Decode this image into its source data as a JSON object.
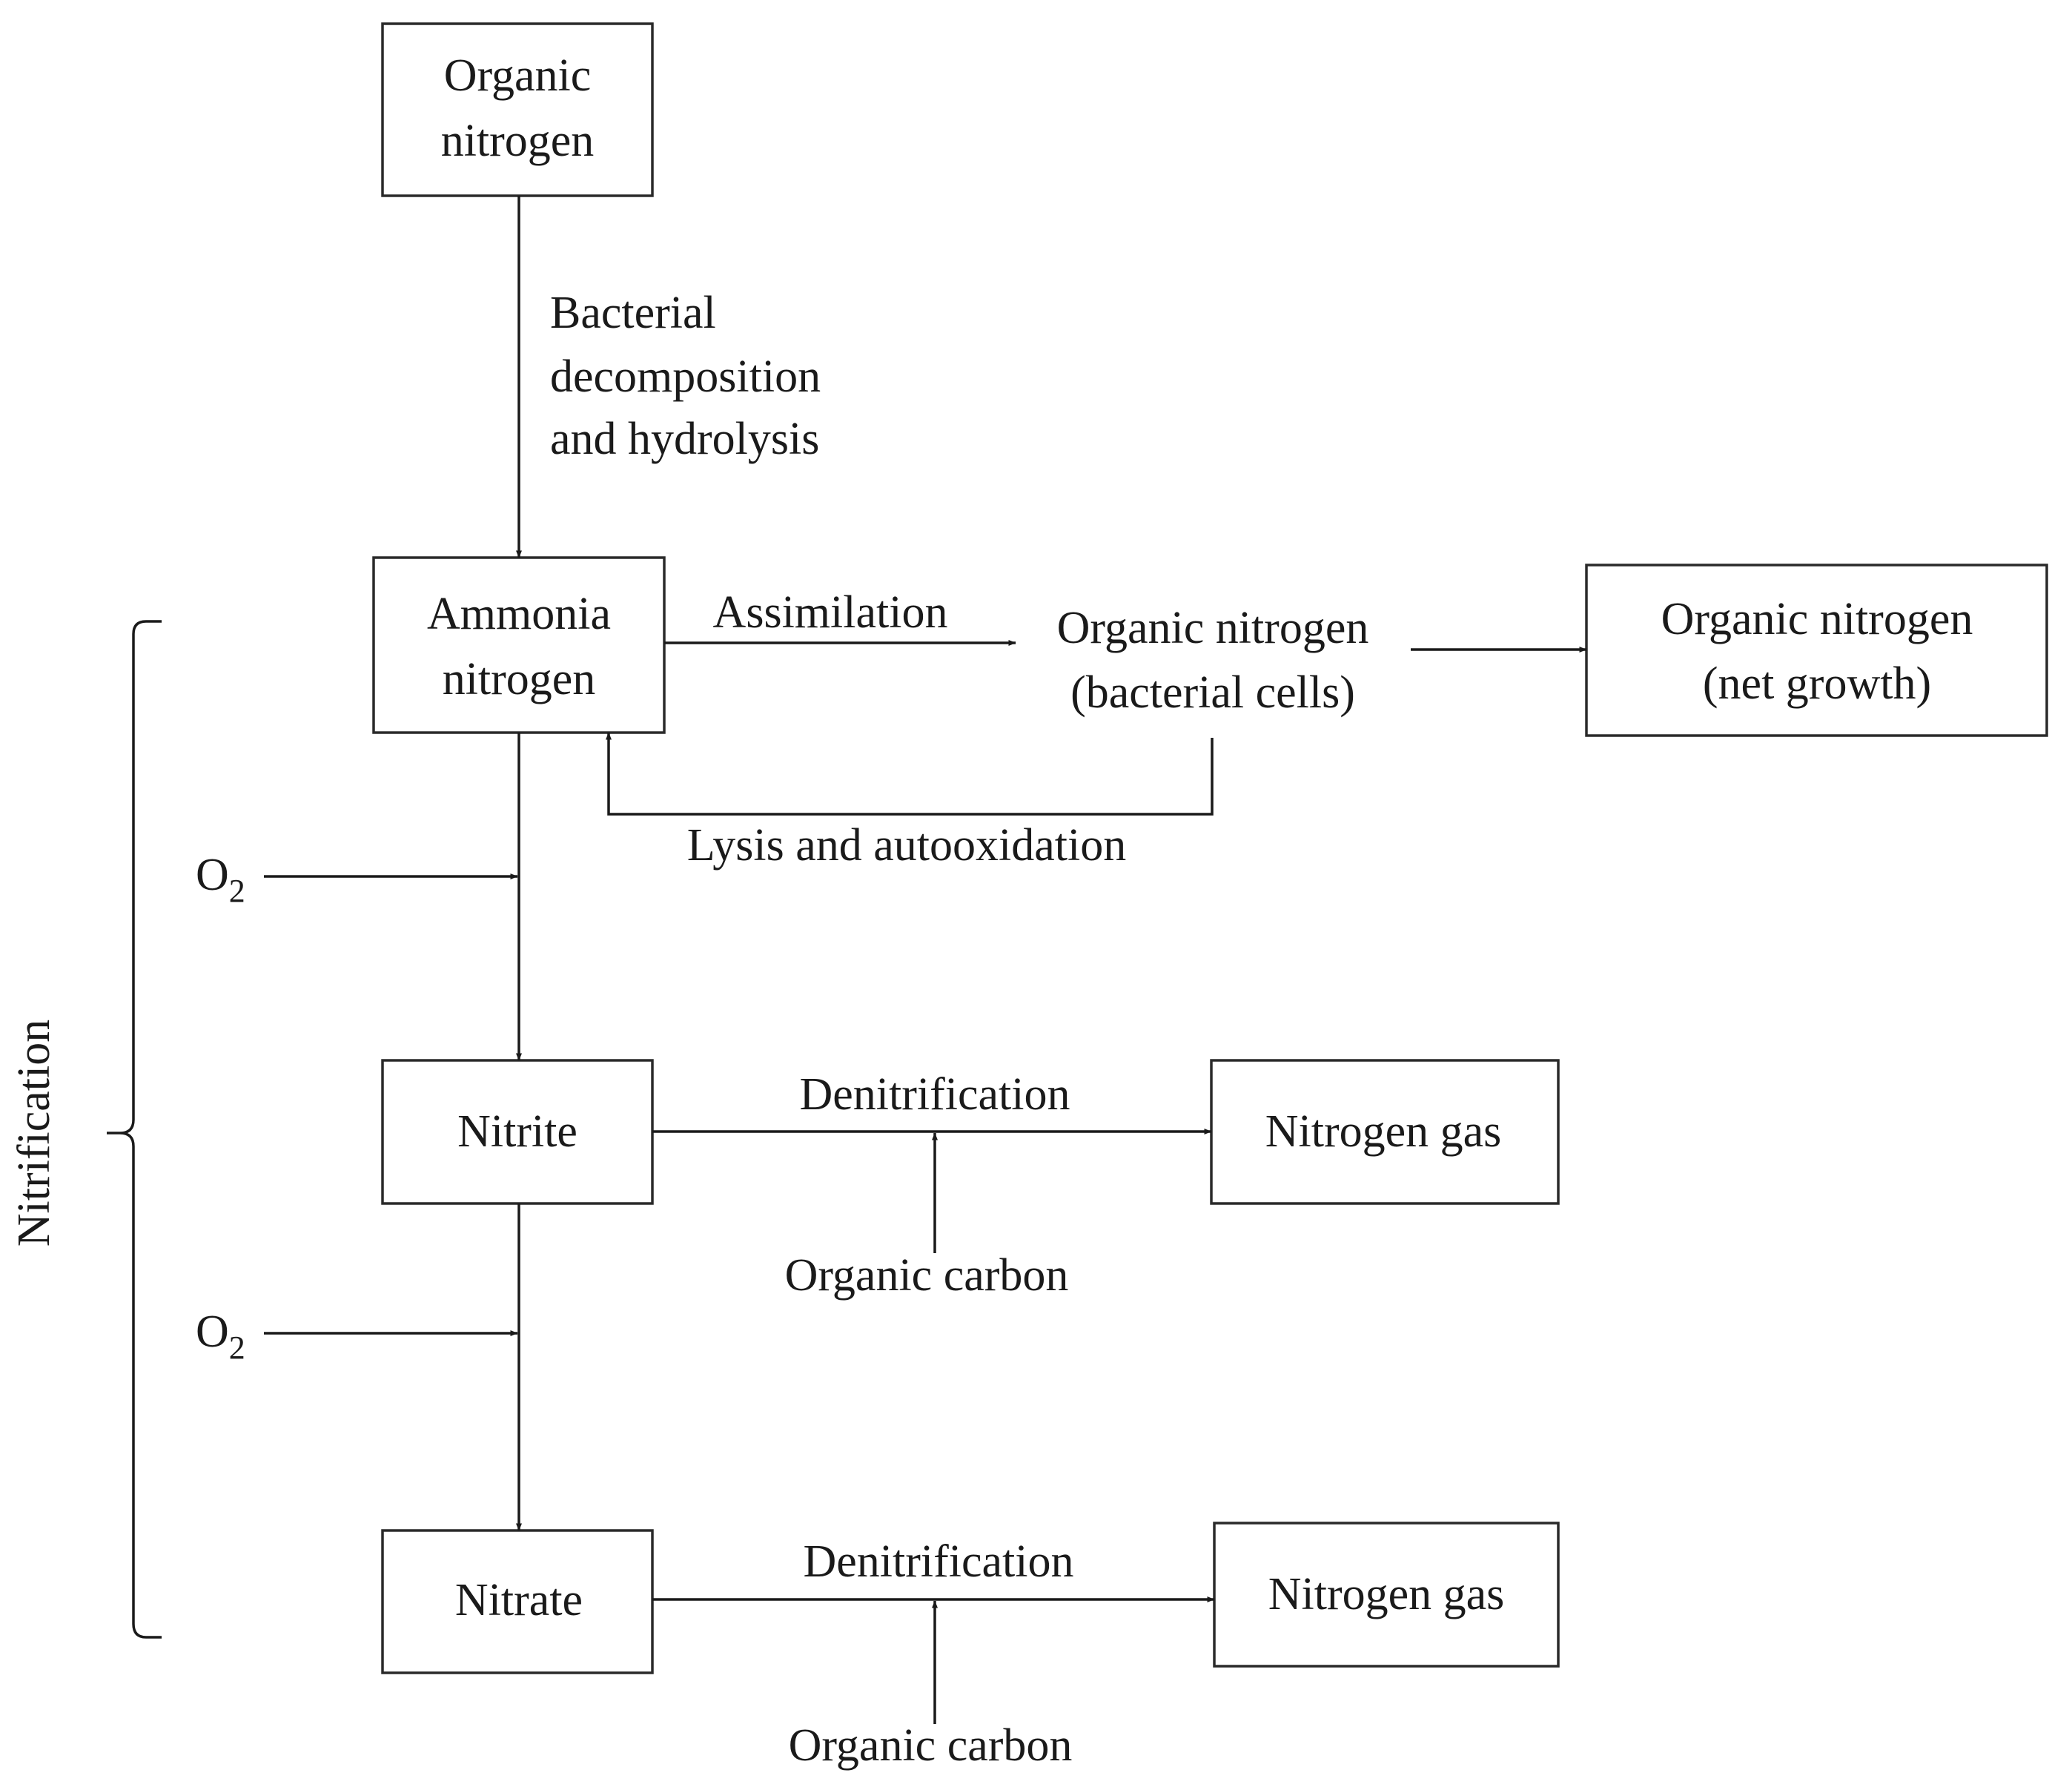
{
  "nodes": {
    "organic_nitrogen": [
      "Organic",
      "nitrogen"
    ],
    "ammonia_nitrogen": [
      "Ammonia",
      "nitrogen"
    ],
    "bacterial_cells": [
      "Organic nitrogen",
      "(bacterial cells)"
    ],
    "net_growth": [
      "Organic nitrogen",
      "(net growth)"
    ],
    "nitrite": "Nitrite",
    "nitrate": "Nitrate",
    "nitrogen_gas_1": "Nitrogen gas",
    "nitrogen_gas_2": "Nitrogen gas"
  },
  "labels": {
    "bacterial_decomposition": [
      "Bacterial",
      "decomposition",
      "and hydrolysis"
    ],
    "assimilation": "Assimilation",
    "lysis": "Lysis and autooxidation",
    "denitrification_1": "Denitrification",
    "denitrification_2": "Denitrification",
    "organic_carbon_1": "Organic carbon",
    "organic_carbon_2": "Organic carbon",
    "o2_1": {
      "base": "O",
      "sub": "2"
    },
    "o2_2": {
      "base": "O",
      "sub": "2"
    },
    "nitrification": "Nitrification"
  },
  "colors": {
    "stroke": "#1a1a1a",
    "box_border": "#2a2a2a",
    "background": "#ffffff"
  }
}
